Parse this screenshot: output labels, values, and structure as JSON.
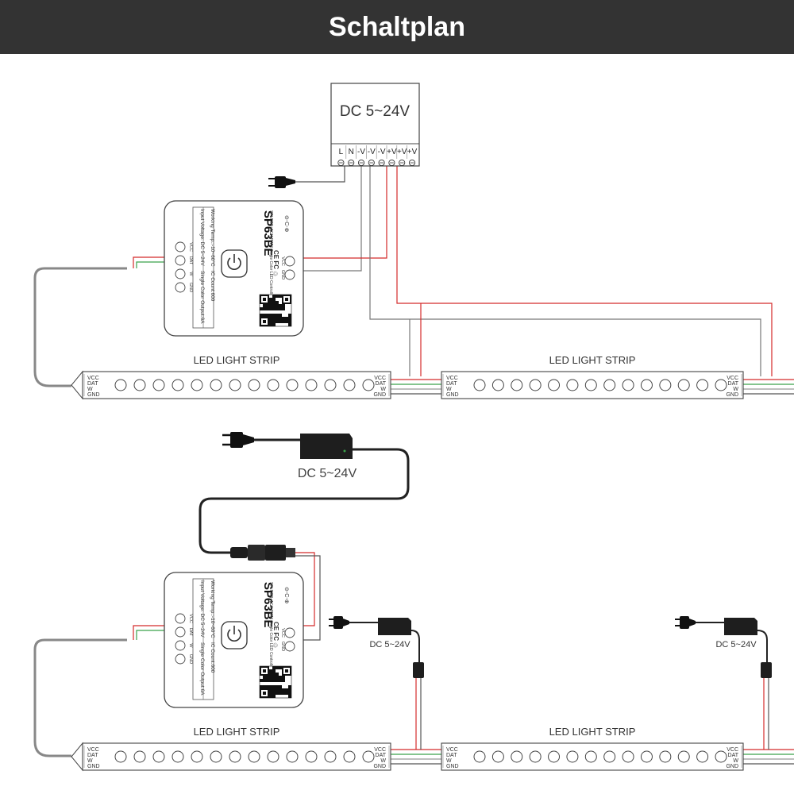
{
  "header": {
    "title": "Schaltplan"
  },
  "power_supply": {
    "label": "DC 5~24V",
    "terminals": [
      "L",
      "N",
      "-V",
      "-V",
      "-V",
      "+V",
      "+V",
      "+V"
    ]
  },
  "adapters": {
    "label": "DC 5~24V"
  },
  "controller": {
    "model": "SP63BE",
    "subtitle": "SPI RGB+1CH PWM Single Color LED Controller",
    "specs": [
      "Input Voltage: DC 5~24V",
      "Working Temp.:-10~60°C",
      "Single Color Output:6A",
      "IC Count:600"
    ],
    "out_pins": [
      "VCC",
      "DAT",
      "W",
      "GND"
    ],
    "in_pins": [
      "VCC",
      "GND"
    ],
    "power_symbol": "⊖-C-⊕",
    "cert": "CE FC"
  },
  "strip": {
    "label": "LED LIGHT STRIP",
    "pins": [
      "VCC",
      "DAT",
      "W",
      "GND"
    ]
  },
  "colors": {
    "header_bg": "#333333",
    "wire_red": "#d42a2a",
    "wire_black": "#555555",
    "wire_green": "#3aa24a",
    "wire_gray": "#9a9a9a",
    "adapter": "#1e1e1e"
  }
}
